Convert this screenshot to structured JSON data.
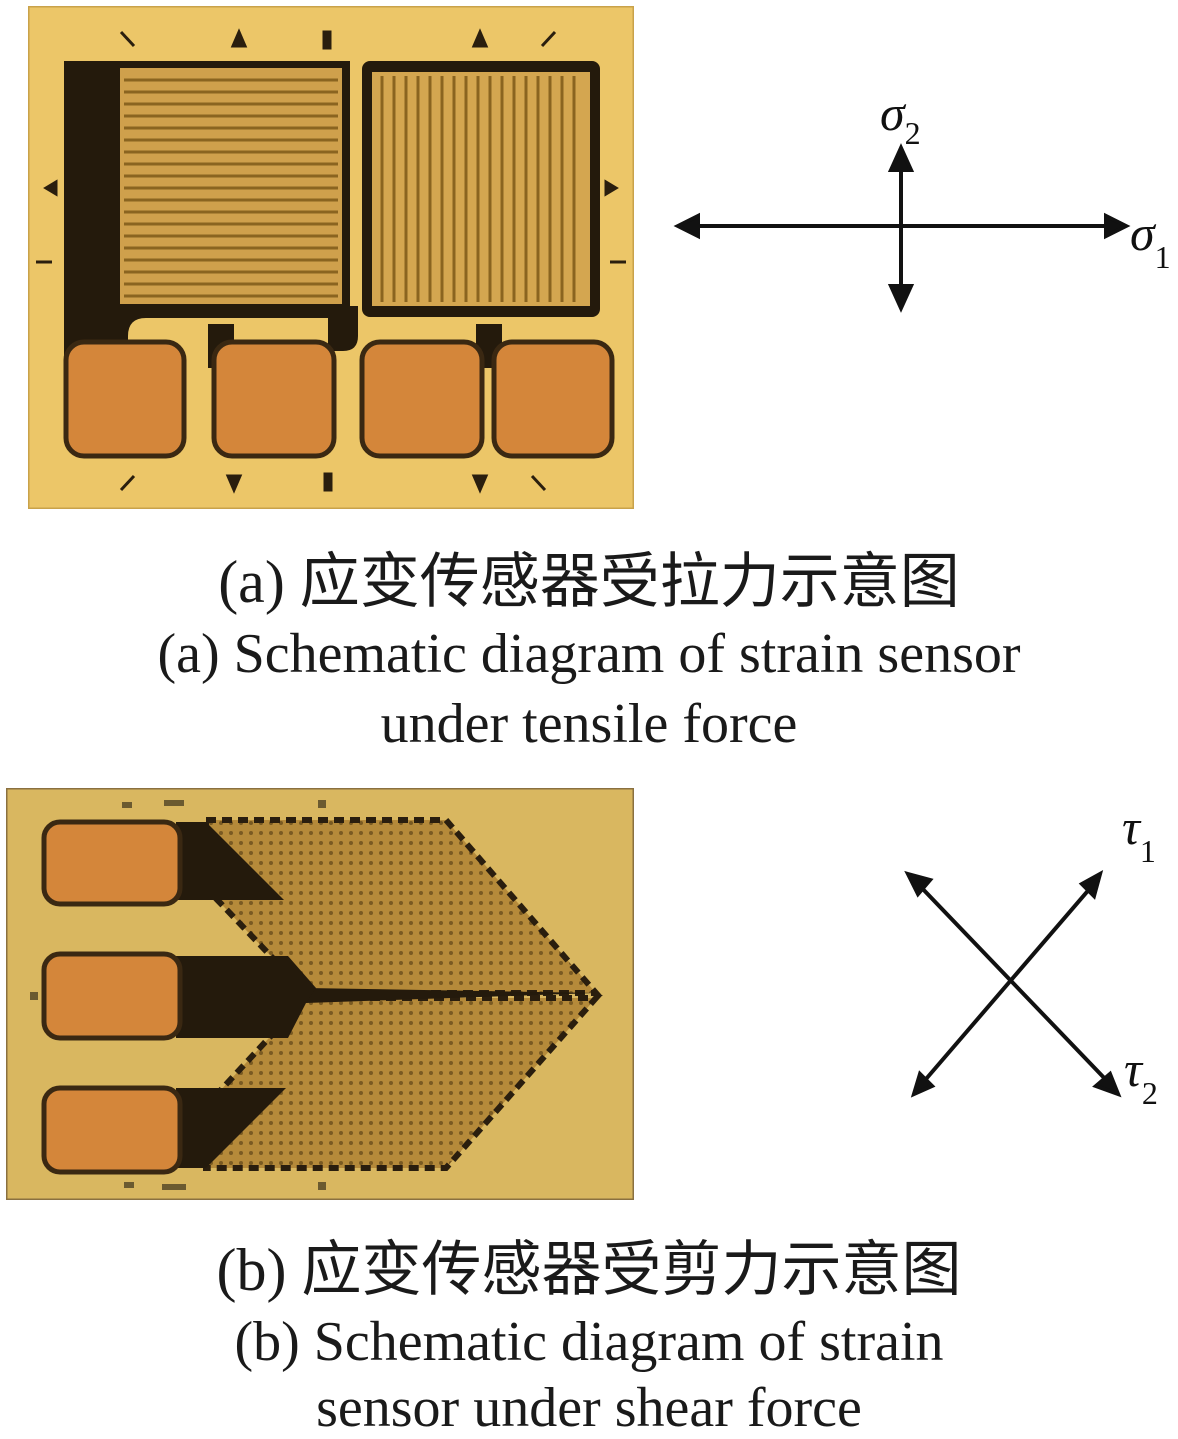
{
  "panel_a": {
    "caption_cn": "(a) 应变传感器受拉力示意图",
    "caption_en_line1": "(a) Schematic diagram of strain sensor",
    "caption_en_line2": "under tensile force",
    "stress_1": {
      "symbol": "σ",
      "subscript": "1"
    },
    "stress_2": {
      "symbol": "σ",
      "subscript": "2"
    }
  },
  "panel_b": {
    "caption_cn": "(b) 应变传感器受剪力示意图",
    "caption_en_line1": "(b) Schematic diagram of strain",
    "caption_en_line2": "sensor under shear force",
    "shear_1": {
      "symbol": "τ",
      "subscript": "1"
    },
    "shear_2": {
      "symbol": "τ",
      "subscript": "2"
    }
  },
  "colors": {
    "substrate": "#e8c060",
    "foil": "#2a1e0e",
    "pad": "#d4863a",
    "grid": "#b98b38",
    "arrow": "#111111"
  }
}
